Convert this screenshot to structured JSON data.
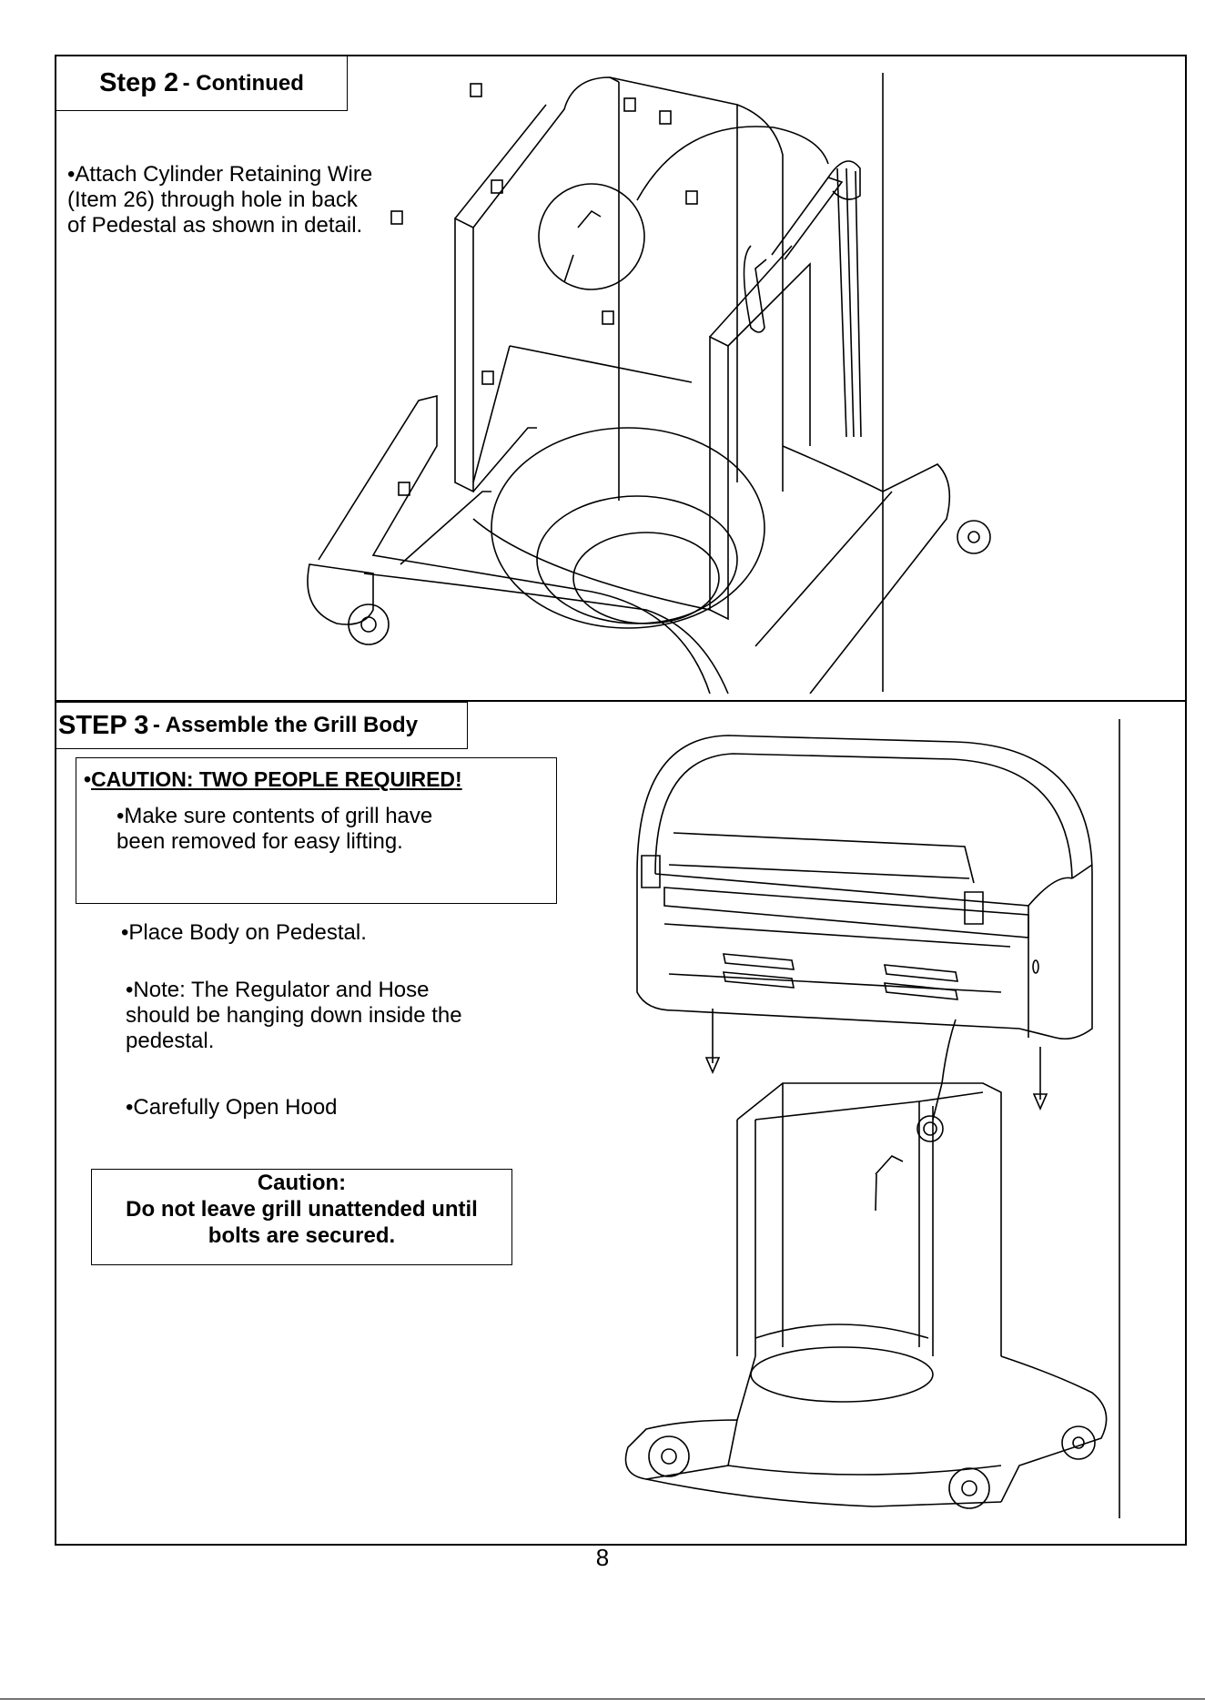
{
  "step2": {
    "heading_main": "Step 2",
    "heading_sub": "- Continued",
    "lines": [
      "•Attach Cylinder Retaining Wire",
      "(Item 26) through hole in back",
      "of Pedestal as shown in detail."
    ]
  },
  "step3": {
    "heading_main": "STEP 3",
    "heading_sub": "- Assemble the Grill Body",
    "caution_title": "CAUTION: TWO PEOPLE REQUIRED!",
    "caution_lines": [
      "•Make sure contents of grill have",
      "been removed for easy lifting."
    ],
    "place_body": "•Place Body on Pedestal.",
    "note_lines": [
      "•Note: The Regulator and Hose",
      "should be hanging down inside the",
      "pedestal."
    ],
    "open_hood": "•Carefully Open Hood",
    "warning_lines": [
      "Caution:",
      "Do not leave grill unattended until",
      "bolts are secured."
    ]
  },
  "page_number": "8"
}
